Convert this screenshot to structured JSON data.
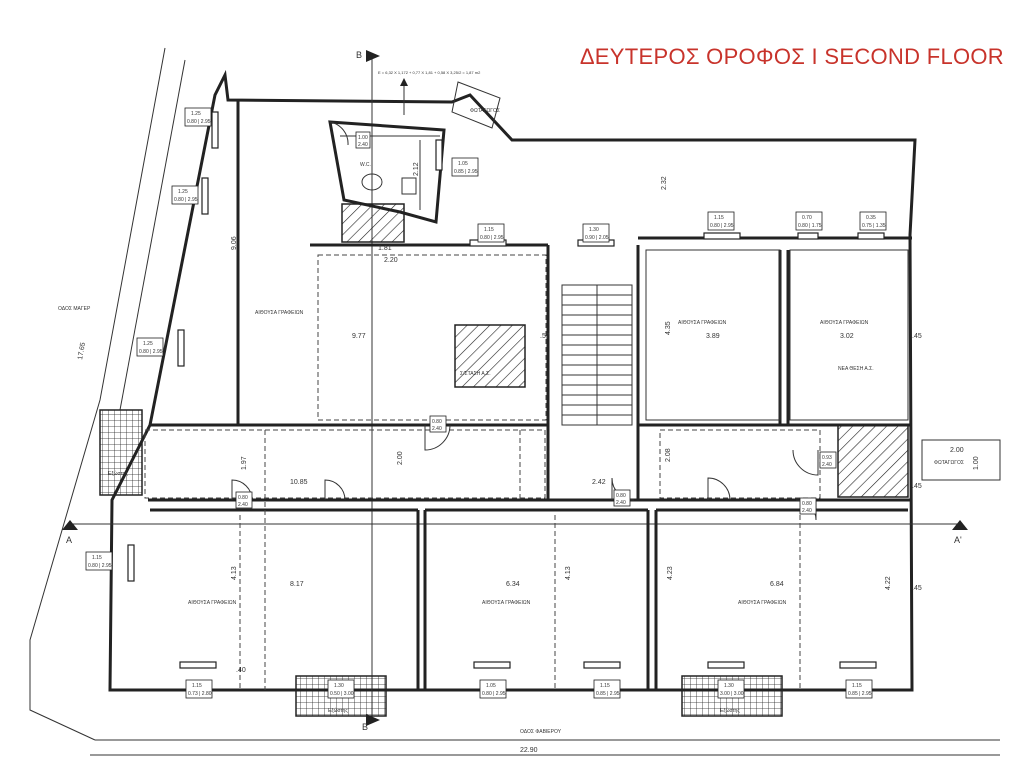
{
  "title": "ΔΕΥΤΕΡΟΣ ΟΡΟΦΟΣ I SECOND FLOOR",
  "streets": {
    "left": "ΟΔΟΣ ΜΑΓΕΡ",
    "bottom": "ΟΔΟΣ ΦΑΒΙΕΡΟΥ"
  },
  "section_marks": {
    "a": "A",
    "a_prime": "A'",
    "b_top": "B",
    "b_bottom": "B"
  },
  "rooms": {
    "office": "ΑΙΘΟΥΣΑ ΓΡΑΦΕΙΩΝ",
    "wc": "W.C.",
    "balcony": "Εξώστης",
    "new_lift": "ΝΕΑ ΘΕΣΗ Α.Σ.",
    "light_well": "ΦΩΤΑΓΩΓΟΣ",
    "shaft": "Σ/ΣΤΑΣΗ Α.Σ."
  },
  "formula": "Ε = 6,32 Χ 1,172 + 0,77 Χ 1,81 + 0,58 Χ 3,25/2 = 1,87 m2",
  "dims": {
    "overall_width": "22.90",
    "left_length": "17.65",
    "d977": "9.77",
    "d1085": "10.85",
    "d389": "3.89",
    "d302": "3.02",
    "d817": "8.17",
    "d634": "6.34",
    "d684": "6.84",
    "d232": "2.32",
    "d906": "9.06",
    "d413": "4.13",
    "d423": "4.23",
    "d435": "4.35",
    "d400": "2.00",
    "d208": "2.08",
    "d242": "2.42",
    "d220": "2.20",
    "d212": "2.12",
    "d181": "1.81",
    "d197": "1.97",
    "d422": "4.22",
    "d45": ".45",
    "d57": ".57",
    "d40": ".40",
    "d200b": "2.00",
    "d100": "1.00"
  },
  "openings": [
    {
      "top": "1.25",
      "bottom": "0.80 | 2.95"
    },
    {
      "top": "1.25",
      "bottom": "0.80 | 2.95"
    },
    {
      "top": "1.25",
      "bottom": "0.80 | 2.95"
    },
    {
      "top": "1.15",
      "bottom": "0.80 | 2.95"
    },
    {
      "top": "1.15",
      "bottom": "0.80 | 2.95"
    },
    {
      "top": "1.30",
      "bottom": "0.90 | 2.05"
    },
    {
      "top": "1.15",
      "bottom": "0.80 | 2.95"
    },
    {
      "top": "0.70",
      "bottom": "0.80 | 1.75"
    },
    {
      "top": "0.35",
      "bottom": "0.75 | 1.35"
    },
    {
      "top": "1.05",
      "bottom": "0.85 | 2.95"
    },
    {
      "top": "1.15",
      "bottom": "0.73 | 2.80"
    },
    {
      "top": "1.30",
      "bottom": "0.50 | 3.00"
    },
    {
      "top": "1.05",
      "bottom": "0.80 | 2.95"
    },
    {
      "top": "1.15",
      "bottom": "0.85 | 2.95"
    },
    {
      "top": "1.30",
      "bottom": "3.00 | 3.00"
    },
    {
      "top": "1.15",
      "bottom": "0.85 | 2.95"
    }
  ],
  "doors": [
    {
      "top": "1.00",
      "bottom": "2.40"
    },
    {
      "top": "0.80",
      "bottom": "2.40"
    },
    {
      "top": "0.80",
      "bottom": "2.40"
    },
    {
      "top": "0.80",
      "bottom": "2.40"
    },
    {
      "top": "0.80",
      "bottom": "2.40"
    },
    {
      "top": "0.93",
      "bottom": "2.40"
    }
  ]
}
